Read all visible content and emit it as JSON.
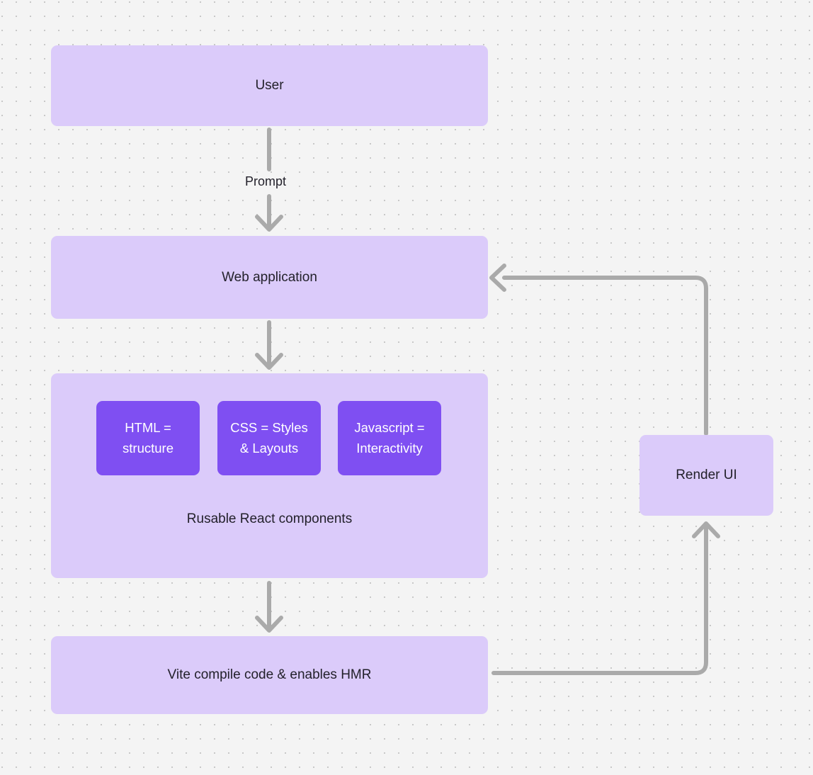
{
  "canvas": {
    "background": "#f4f4f4",
    "dot_color": "#c8c8c8",
    "node_fill": "#dbcbfa",
    "inner_node_fill": "#7f4ff2",
    "edge_color": "#aaaaaa",
    "text_color": "#23212b"
  },
  "nodes": {
    "user": {
      "label": "User"
    },
    "web_application": {
      "label": "Web application"
    },
    "components_group": {
      "label": "Rusable React components"
    },
    "html": {
      "label": "HTML =\nstructure"
    },
    "css": {
      "label": "CSS = Styles\n& Layouts"
    },
    "javascript": {
      "label": "Javascript =\nInteractivity"
    },
    "vite": {
      "label": "Vite compile code & enables HMR"
    },
    "render_ui": {
      "label": "Render UI"
    }
  },
  "edges": [
    {
      "id": "user-to-web",
      "label": "Prompt",
      "from": "user",
      "to": "web_application"
    },
    {
      "id": "web-to-components",
      "label": "",
      "from": "web_application",
      "to": "components_group"
    },
    {
      "id": "components-to-vite",
      "label": "",
      "from": "components_group",
      "to": "vite"
    },
    {
      "id": "vite-to-render",
      "label": "",
      "from": "vite",
      "to": "render_ui"
    },
    {
      "id": "render-to-web",
      "label": "",
      "from": "render_ui",
      "to": "web_application"
    }
  ]
}
